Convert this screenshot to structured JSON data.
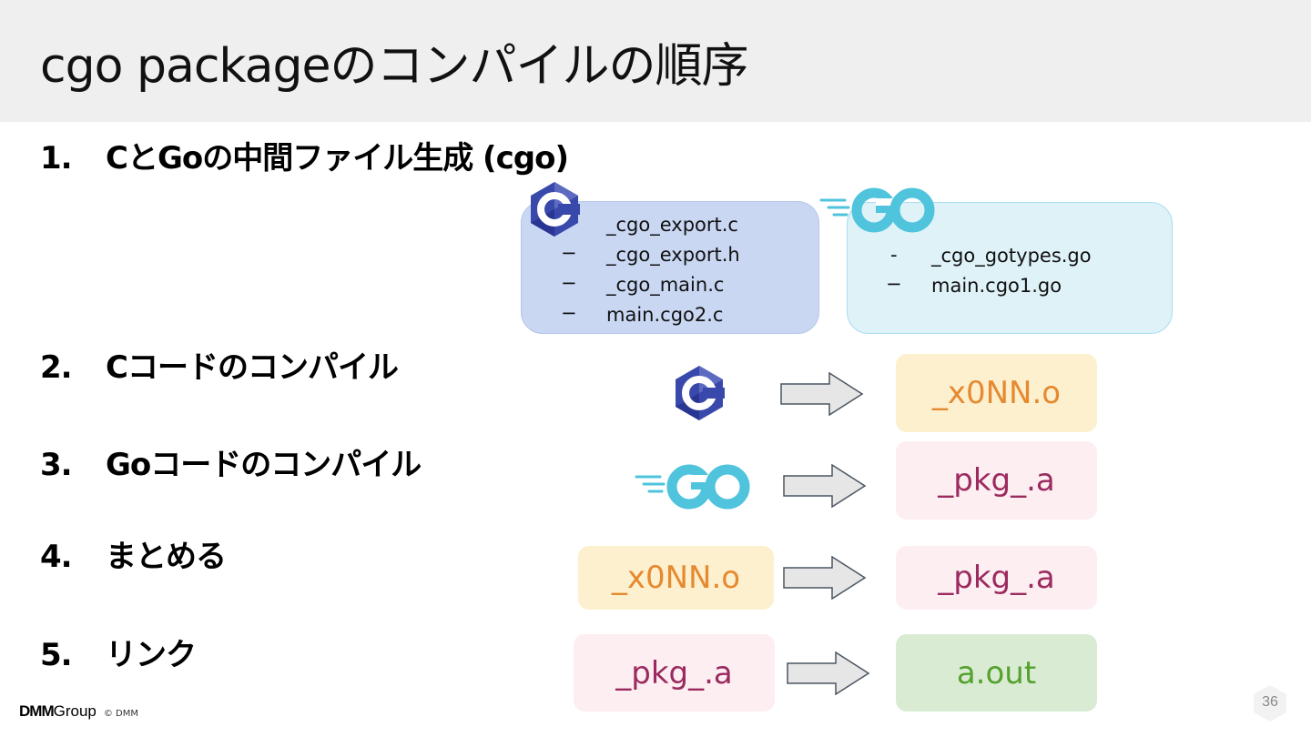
{
  "slide": {
    "title": "cgo packageのコンパイルの順序",
    "page_number": "36"
  },
  "steps": [
    {
      "num": "1.",
      "label": "CとGoの中間ファイル生成 (cgo)"
    },
    {
      "num": "2.",
      "label": "Cコードのコンパイル"
    },
    {
      "num": "3.",
      "label": "Goコードのコンパイル"
    },
    {
      "num": "4.",
      "label": "まとめる"
    },
    {
      "num": "5.",
      "label": "リンク"
    }
  ],
  "c_files": {
    "items": [
      "_cgo_export.c",
      "_cgo_export.h",
      "_cgo_main.c",
      "main.cgo2.c"
    ],
    "dashes": [
      "−",
      "−",
      "−"
    ]
  },
  "go_files": {
    "items": [
      "_cgo_gotypes.go",
      "main.cgo1.go"
    ],
    "dashes": [
      "-",
      "−"
    ]
  },
  "flow": {
    "row2_output": "_x0NN.o",
    "row3_output": "_pkg_.a",
    "row4_input": "_x0NN.o",
    "row4_output": "_pkg_.a",
    "row5_input": "_pkg_.a",
    "row5_output": "a.out"
  },
  "icons": {
    "c_logo": "c-language-icon",
    "go_logo": "go-gopher-logo-icon",
    "arrow": "right-arrow-icon"
  },
  "colors": {
    "header_bg": "#efefef",
    "c_panel": "#c9d7f3",
    "go_panel": "#def2f8",
    "object_box": "#fdf0cf",
    "object_text": "#e58a30",
    "archive_box": "#fdeef2",
    "archive_text": "#9b2a5e",
    "output_box": "#d9ecd3",
    "output_text": "#54a12e",
    "c_logo_blue": "#3949ab",
    "go_logo_cyan": "#4fc4dc"
  },
  "footer": {
    "brand_dmm": "DMM",
    "brand_group": "Group",
    "copyright": "© DMM"
  }
}
